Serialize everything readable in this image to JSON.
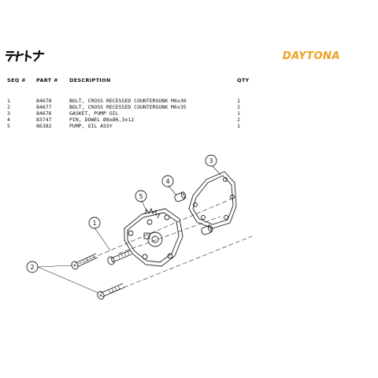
{
  "header": {
    "logo_jp": "デイトナ",
    "logo_brand": "DAYTONA",
    "brand_color": "#f0a020"
  },
  "columns": {
    "seq": "SEQ #",
    "part": "PART #",
    "description": "DESCRIPTION",
    "qty": "QTY"
  },
  "parts": [
    {
      "seq": "1",
      "part": "84678",
      "description": "BOLT, CROSS RECESSED COUNTERSUNK M6x30",
      "qty": "1"
    },
    {
      "seq": "2",
      "part": "84677",
      "description": "BOLT, CROSS RECESSED COUNTERSUNK M6x35",
      "qty": "2"
    },
    {
      "seq": "3",
      "part": "84676",
      "description": "GASKET, PUMP OIL",
      "qty": "1"
    },
    {
      "seq": "4",
      "part": "83747",
      "description": "PIN, DOWEL Ø8xØ6,3x12",
      "qty": "2"
    },
    {
      "seq": "5",
      "part": "86382",
      "description": "PUMP, OIL ASSY",
      "qty": "1"
    }
  ],
  "callouts": {
    "c1": "1",
    "c2": "2",
    "c3": "3",
    "c4": "4",
    "c5": "5"
  }
}
